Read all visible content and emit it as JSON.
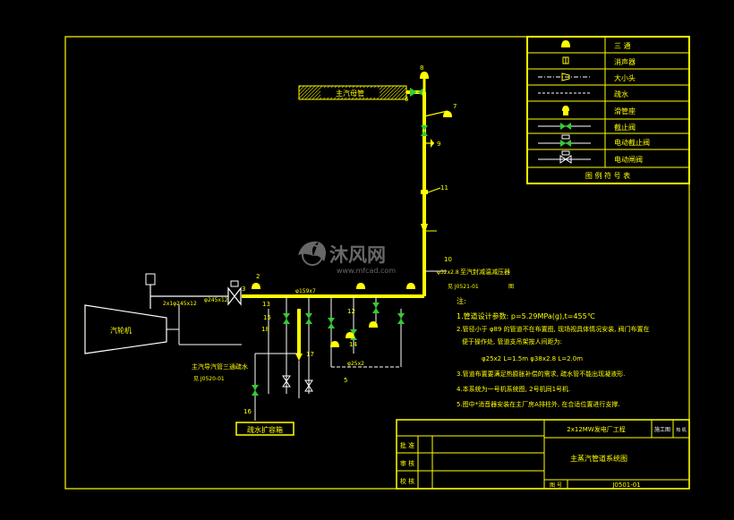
{
  "legend": {
    "rows": [
      {
        "icon": "tee-icon",
        "label": "三 通"
      },
      {
        "icon": "silencer-icon",
        "label": "消声器"
      },
      {
        "icon": "reducer-icon",
        "label": "大小头"
      },
      {
        "icon": "drain-line-icon",
        "label": "疏水"
      },
      {
        "icon": "pipe-support-icon",
        "label": "滑管座"
      },
      {
        "icon": "stop-valve-icon",
        "label": "截止阀"
      },
      {
        "icon": "motor-stop-valve-icon",
        "label": "电动截止阀"
      },
      {
        "icon": "motor-gate-valve-icon",
        "label": "电动闸阀"
      }
    ],
    "footer": "图 例 符 号 表"
  },
  "diagram": {
    "main_steam_header": "主汽母管",
    "turbine": "汽轮机",
    "drain_tank": "疏水扩容箱",
    "reducing_station": "至汽封减温减压器",
    "reducing_ref": "见 J0521-01",
    "tee_drain_title": "主汽导汽管三通疏水",
    "tee_drain_ref": "见 J0520-01",
    "pipe_main": "φ159x7",
    "pipe_branch": "φ245x12",
    "pipe_inlet": "2x1φ245x12",
    "pipe_small": "φ32x2.8",
    "pipe_drain": "φ25x2",
    "drawing_word": "图",
    "callouts": [
      "2",
      "3",
      "5",
      "6",
      "7",
      "8",
      "9",
      "10",
      "11",
      "12",
      "13",
      "14",
      "15",
      "16",
      "17",
      "18"
    ]
  },
  "notes": {
    "heading": "注:",
    "lines": [
      "1.管道设计参数: p=5.29MPa(g),t=455℃",
      "2.管径小于 φ89 的管道不在布置图, 现场视具体情况安装, 阀门布置在",
      "便于操作处, 管道支吊架按人间距为:",
      "φ25x2      L=1.5m   φ38x2.8     L=2.0m",
      "3.管道布置要满足热膨胀补偿的需求, 疏水管不能出现凝液形.",
      "4.本系统为一号机系统图, 2号机同1号机.",
      "5.图中*消音器安装在主厂房A排柱外, 在合适位置进行支撑."
    ]
  },
  "title_block": {
    "project": "2x12MW发电厂工程",
    "stage": "施工图",
    "stage_extra": "热 机",
    "row_labels": [
      "批 准",
      "审 核",
      "校 核"
    ],
    "drawing_title": "主蒸汽管道系统图",
    "drawing_no_label": "图 号",
    "drawing_no": "J0501-01"
  },
  "watermark": {
    "brand": "沐风网",
    "url": "www.mfcad.com"
  },
  "colors": {
    "line": "#ffff00",
    "white": "#ffffff",
    "green": "#33cc33",
    "watermark": "#7a7a7a"
  }
}
